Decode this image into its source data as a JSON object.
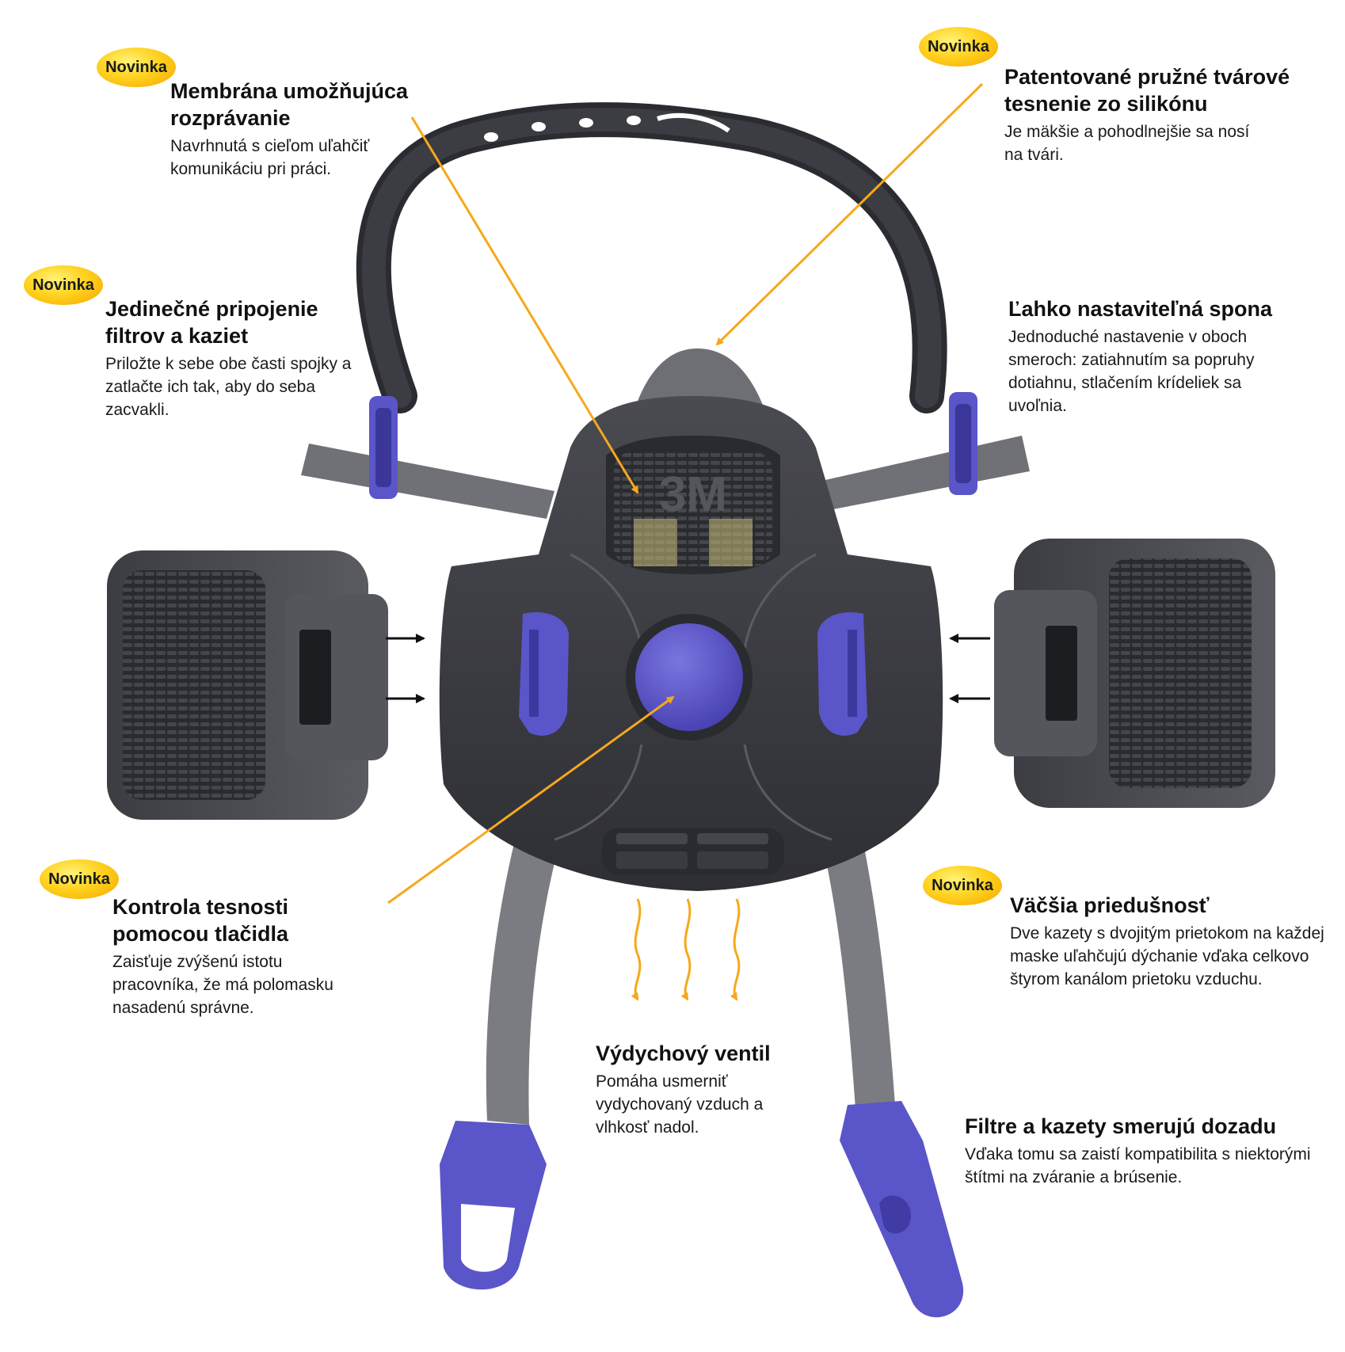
{
  "badge_label": "Novinka",
  "colors": {
    "accent_arrow": "#f6a81c",
    "mask_dark": "#3a3b40",
    "strap_gray": "#707176",
    "clip_blue": "#5a55c8",
    "badge_yellow": "#ffd21f"
  },
  "logo_text": "3M",
  "features": [
    {
      "id": "speaking-diaphragm",
      "title": "Membrána umožňujúca rozprávanie",
      "desc": "Navrhnutá s cieľom uľahčiť komunikáciu pri práci.",
      "is_new": true
    },
    {
      "id": "silicone-face-seal",
      "title": "Patentované pružné tvárové tesnenie zo silikónu",
      "desc": "Je mäkšie a pohodlnejšie sa nosí na tvári.",
      "is_new": true
    },
    {
      "id": "filter-attachment",
      "title": "Jedinečné pripojenie filtrov a kaziet",
      "desc": "Priložte k sebe obe časti spojky a zatlačte ich tak, aby do seba zacvakli.",
      "is_new": true
    },
    {
      "id": "adjustable-buckle",
      "title": "Ľahko nastaviteľná spona",
      "desc": "Jednoduché nastavenie v oboch smeroch: zatiahnutím sa popruhy dotiahnu, stlačením krídeliek sa uvoľnia.",
      "is_new": false
    },
    {
      "id": "seal-check-button",
      "title": "Kontrola tesnosti pomocou tlačidla",
      "desc": "Zaisťuje zvýšenú istotu pracovníka, že má polomasku nasadenú správne.",
      "is_new": true
    },
    {
      "id": "breathability",
      "title": "Väčšia priedušnosť",
      "desc": "Dve kazety s dvojitým prietokom na každej maske uľahčujú dýchanie vďaka celkovo štyrom kanálom prietoku vzduchu.",
      "is_new": true
    },
    {
      "id": "exhalation-valve",
      "title": "Výdychový ventil",
      "desc": "Pomáha usmerniť vydychovaný vzduch a vlhkosť nadol.",
      "is_new": false
    },
    {
      "id": "rear-facing-filters",
      "title": "Filtre a kazety smerujú dozadu",
      "desc": "Vďaka tomu sa zaistí kompatibilita s niektorými štítmi na zváranie a brúsenie.",
      "is_new": false
    }
  ]
}
